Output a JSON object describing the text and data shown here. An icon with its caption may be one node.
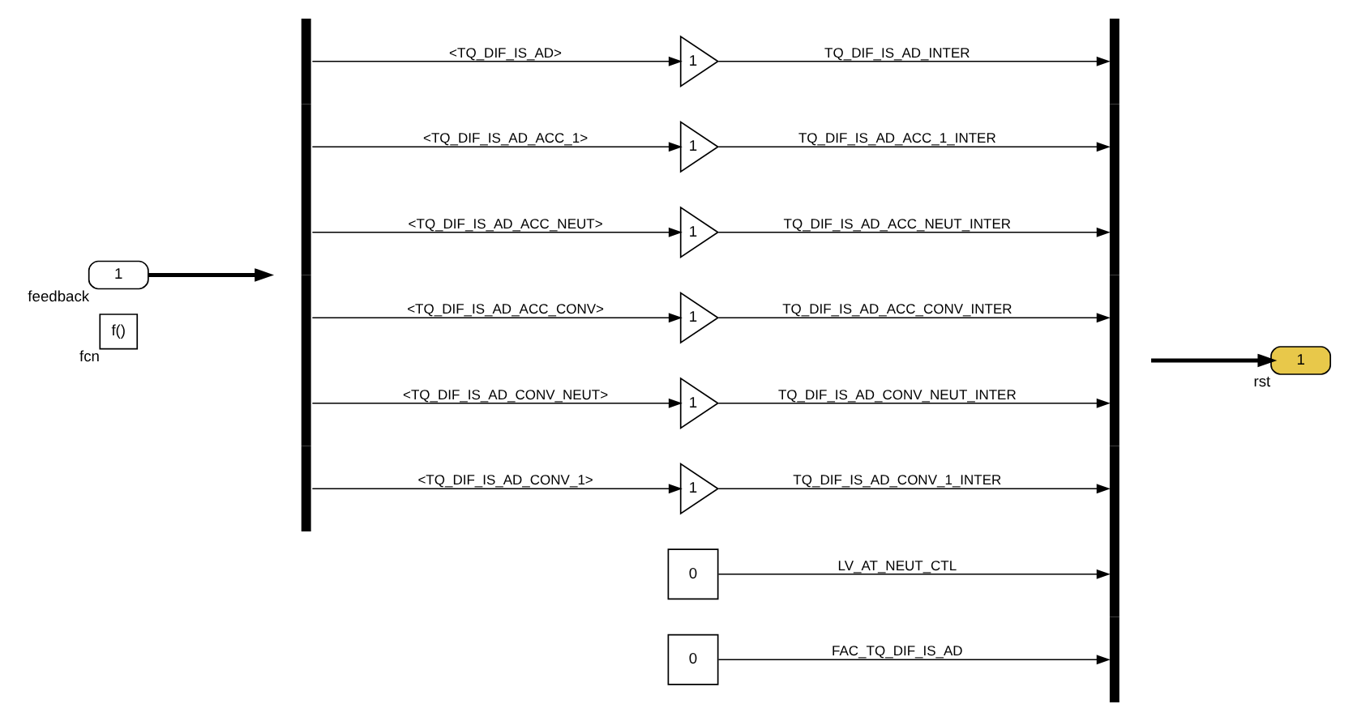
{
  "diagram": {
    "nodes": [
      {
        "text": [
          "f()"
        ],
        "beside": [
          "fcn"
        ]
      },
      {
        "text": [
          "1"
        ],
        "beside": [
          "feedback"
        ]
      },
      {
        "text": [],
        "shape": "bar"
      },
      {
        "text": [
          "1"
        ]
      },
      {
        "text": [
          "1"
        ]
      },
      {
        "text": [
          "1"
        ]
      },
      {
        "text": [
          "1"
        ]
      },
      {
        "text": [
          "1"
        ]
      },
      {
        "text": [
          "1"
        ]
      },
      {
        "text": [
          "0"
        ]
      },
      {
        "text": [
          "0"
        ]
      },
      {
        "text": [],
        "shape": "bar"
      },
      {
        "text": [
          "1"
        ],
        "beside": [
          "rst"
        ]
      }
    ],
    "edges": [
      {
        "from": 1,
        "to": 2,
        "arrow": "to",
        "style": "thick"
      },
      {
        "from": 2,
        "to": 3,
        "arrow": "to",
        "label": "<TQ_DIF_IS_AD>"
      },
      {
        "from": 2,
        "to": 4,
        "arrow": "to",
        "label": "<TQ_DIF_IS_AD_ACC_1>"
      },
      {
        "from": 2,
        "to": 5,
        "arrow": "to",
        "label": "<TQ_DIF_IS_AD_ACC_NEUT>"
      },
      {
        "from": 2,
        "to": 6,
        "arrow": "to",
        "label": "<TQ_DIF_IS_AD_ACC_CONV>"
      },
      {
        "from": 2,
        "to": 7,
        "arrow": "to",
        "label": "<TQ_DIF_IS_AD_CONV_NEUT>"
      },
      {
        "from": 2,
        "to": 8,
        "arrow": "to",
        "label": "<TQ_DIF_IS_AD_CONV_1>"
      },
      {
        "from": 3,
        "to": 11,
        "arrow": "to",
        "label": "TQ_DIF_IS_AD_INTER"
      },
      {
        "from": 4,
        "to": 11,
        "arrow": "to",
        "label": "TQ_DIF_IS_AD_ACC_1_INTER"
      },
      {
        "from": 5,
        "to": 11,
        "arrow": "to",
        "label": "TQ_DIF_IS_AD_ACC_NEUT_INTER"
      },
      {
        "from": 6,
        "to": 11,
        "arrow": "to",
        "label": "TQ_DIF_IS_AD_ACC_CONV_INTER"
      },
      {
        "from": 7,
        "to": 11,
        "arrow": "to",
        "label": "TQ_DIF_IS_AD_CONV_NEUT_INTER"
      },
      {
        "from": 8,
        "to": 11,
        "arrow": "to",
        "label": "TQ_DIF_IS_AD_CONV_1_INTER"
      },
      {
        "from": 9,
        "to": 11,
        "arrow": "to",
        "label": "LV_AT_NEUT_CTL"
      },
      {
        "from": 10,
        "to": 11,
        "arrow": "to",
        "label": "FAC_TQ_DIF_IS_AD"
      },
      {
        "from": 11,
        "to": 12,
        "arrow": "to",
        "style": "thick"
      }
    ]
  }
}
